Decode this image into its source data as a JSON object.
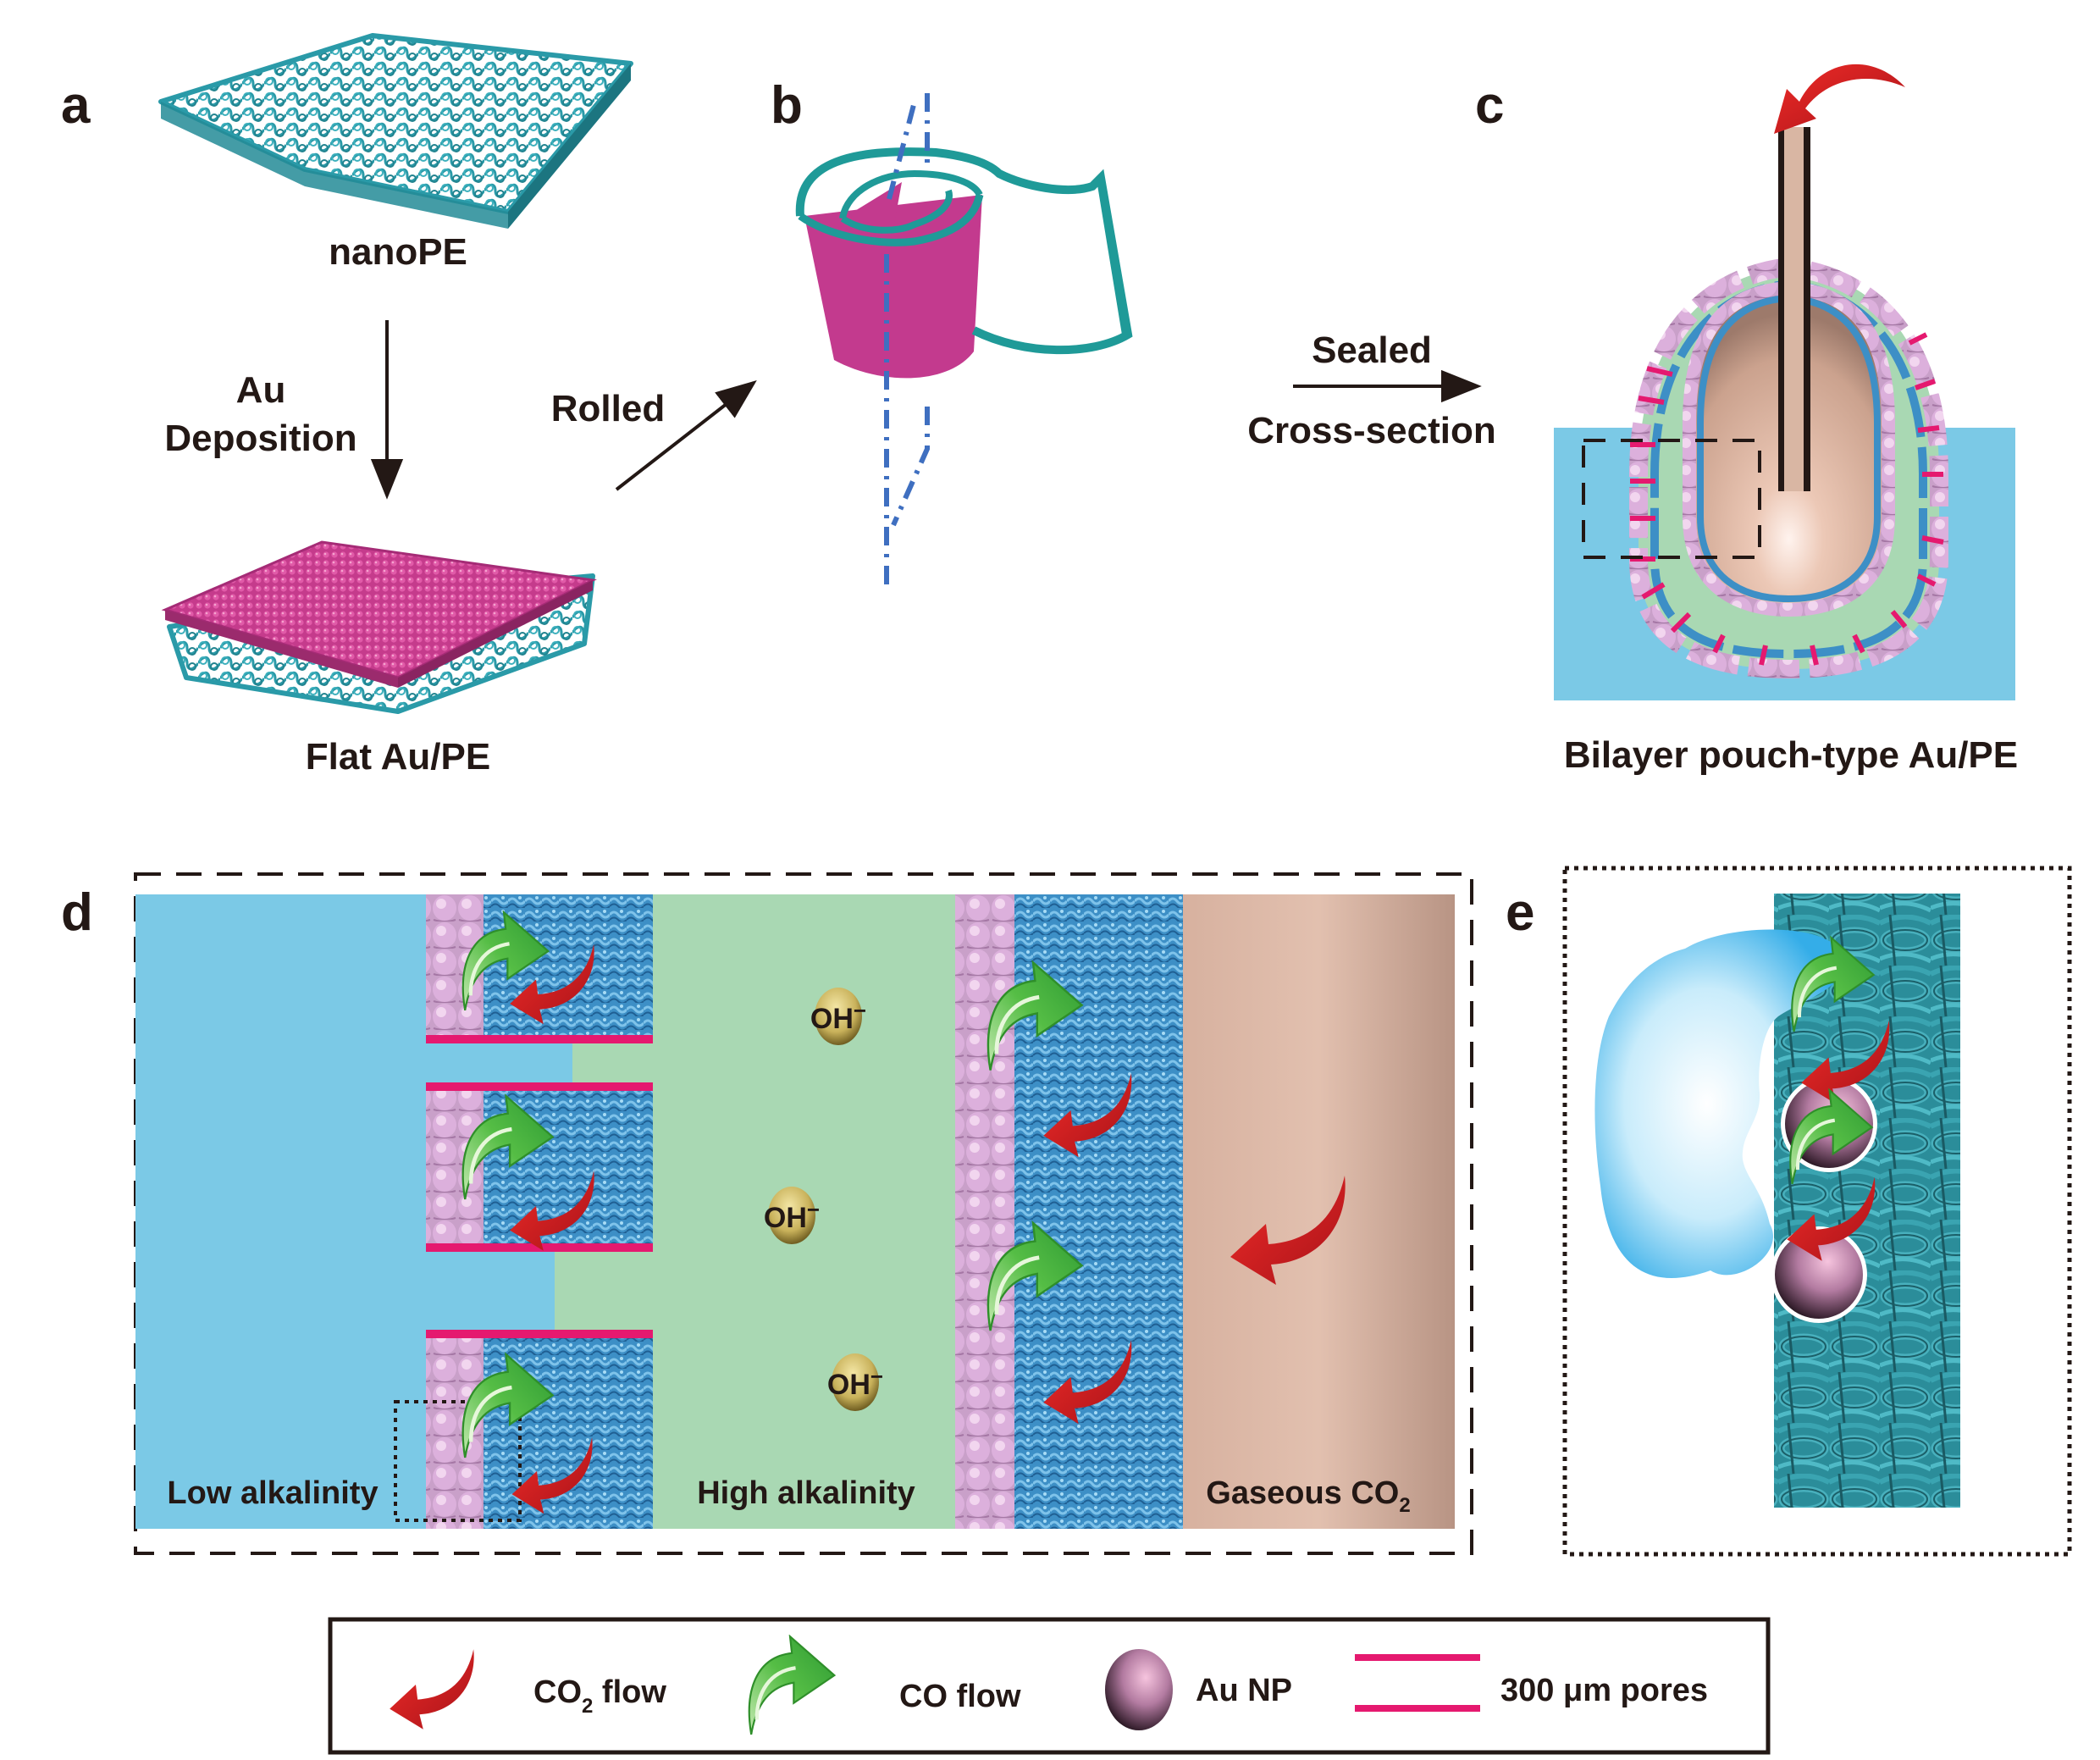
{
  "figure": {
    "panels": {
      "a": {
        "letter": "a",
        "top_label": "nanoPE",
        "process_line1": "Au",
        "process_line2": "Deposition",
        "bottom_label": "Flat Au/PE"
      },
      "b": {
        "letter": "b",
        "arrow_label": "Rolled"
      },
      "c": {
        "letter": "c",
        "arrow_label_top": "Sealed",
        "arrow_label_bottom": "Cross-section",
        "caption": "Bilayer pouch-type Au/PE"
      },
      "d": {
        "letter": "d",
        "ion_label": "OH",
        "ion_charge": "−",
        "region_low": "Low alkalinity",
        "region_high": "High alkalinity",
        "region_gas_prefix": "Gaseous CO",
        "region_gas_sub": "2"
      },
      "e": {
        "letter": "e"
      }
    },
    "legend": {
      "items": [
        {
          "icon": "red-curved-arrow-icon",
          "label_prefix": "CO",
          "label_sub": "2",
          "label_suffix": " flow"
        },
        {
          "icon": "green-curved-arrow-icon",
          "label": "CO flow"
        },
        {
          "icon": "pink-sphere-icon",
          "label": "Au NP"
        },
        {
          "icon": "magenta-double-bar-icon",
          "label": "300 μm pores"
        }
      ]
    },
    "colors": {
      "teal_mesh": "#2a9aa8",
      "magenta_au": "#c13a8e",
      "pore_magenta": "#e5196f",
      "electrolyte_blue": "#7bc9e6",
      "high_alkalinity_green": "#a9d8b3",
      "gas_tan": "#d8b4a2",
      "co2_red": "#d7191c",
      "co_green": "#4cb748",
      "axis_blue": "#3f6fc0",
      "text_dark": "#231815"
    }
  }
}
